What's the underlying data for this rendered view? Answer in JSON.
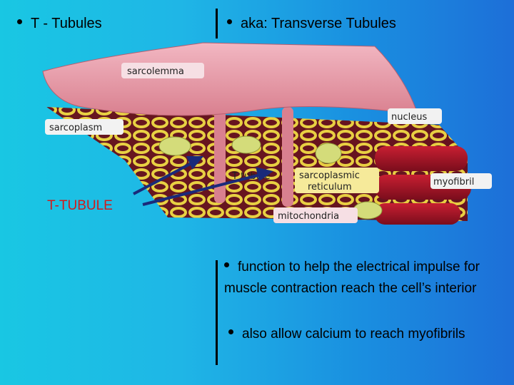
{
  "header": {
    "left_bullet": "T - Tubules",
    "right_bullet": "aka:  Transverse Tubules"
  },
  "illustration": {
    "labels": {
      "sarcolemma": "sarcolemma",
      "sarcoplasm": "sarcoplasm",
      "nucleus": "nucleus",
      "t_tubule": "T tubule",
      "sarcoplasmic_reticulum_line1": "sarcoplasmic",
      "sarcoplasmic_reticulum_line2": "reticulum",
      "myofibril": "myofibril",
      "mitochondria": "mitochondria"
    },
    "callout": "T-TUBULE",
    "colors": {
      "callout": "#d21a1a",
      "arrow": "#1a2a7a",
      "membrane": "#e9a2b0",
      "reticulum": "#f3d23a",
      "myofibril": "#b5162b"
    }
  },
  "notes": {
    "bullet1": "function to help the electrical impulse for muscle contraction reach the cell’s interior",
    "bullet2": "also allow calcium to reach myofibrils"
  }
}
